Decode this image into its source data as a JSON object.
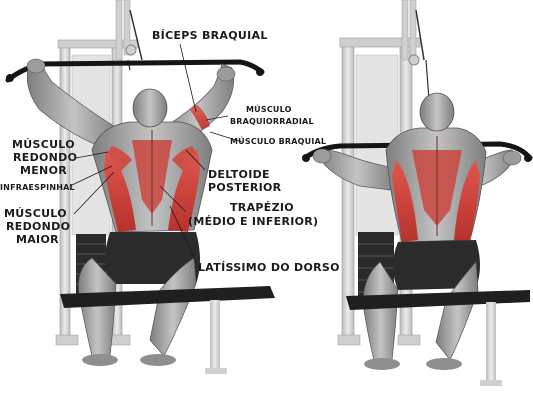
{
  "labels": {
    "biceps": "BÍCEPS BRAQUIAL",
    "braquiorradial_1": "MÚSCULO",
    "braquiorradial_2": "BRAQUIORRADIAL",
    "braquial": "MÚSCULO BRAQUIAL",
    "deltoide_1": "DELTOIDE",
    "deltoide_2": "POSTERIOR",
    "redondo_menor_1": "MÚSCULO",
    "redondo_menor_2": "REDONDO",
    "redondo_menor_3": "MENOR",
    "infraespinhal": "INFRAESPINHAL",
    "redondo_maior_1": "MÚSCULO",
    "redondo_maior_2": "REDONDO",
    "redondo_maior_3": "MAIOR",
    "trapezio_1": "TRAPÉZIO",
    "trapezio_2": "(MÉDIO E INFERIOR)",
    "latissimo": "LATÍSSIMO DO DORSO"
  },
  "colors": {
    "muscle_highlight": "#d9473f",
    "machine": "#d8d8d8",
    "skin": "#a9a9a9",
    "shorts": "#2b2b2b",
    "bench": "#1f1f1f"
  }
}
